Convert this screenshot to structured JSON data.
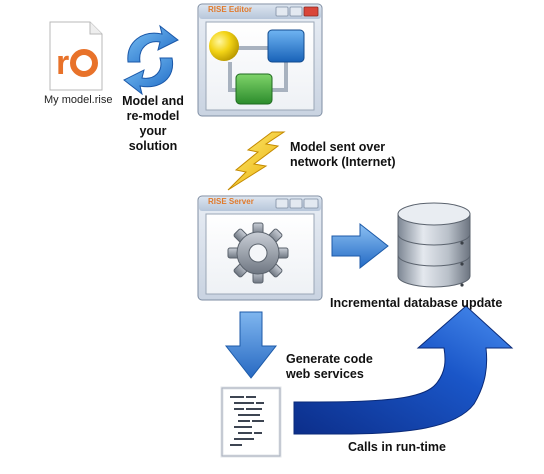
{
  "file": {
    "label": "My model.rise"
  },
  "remodel": {
    "line1": "Model and",
    "line2": "re-model",
    "line3": "your",
    "line4": "solution"
  },
  "editor": {
    "title": "RISE Editor"
  },
  "network": {
    "line1": "Model sent over",
    "line2": "network (Internet)"
  },
  "server": {
    "title": "RISE Server"
  },
  "db": {
    "label": "Incremental database update"
  },
  "codegen": {
    "line1": "Generate code",
    "line2": "web services"
  },
  "runtime": {
    "label": "Calls in run-time"
  },
  "colors": {
    "window_frame": "#d8dde6",
    "window_title": "#c7d4e6",
    "blue_arrow": "#2f7fd6",
    "yellow": "#f3d416",
    "node_blue": "#1f7fd0",
    "node_green": "#3aa33a",
    "rise_orange": "#e8722a"
  }
}
